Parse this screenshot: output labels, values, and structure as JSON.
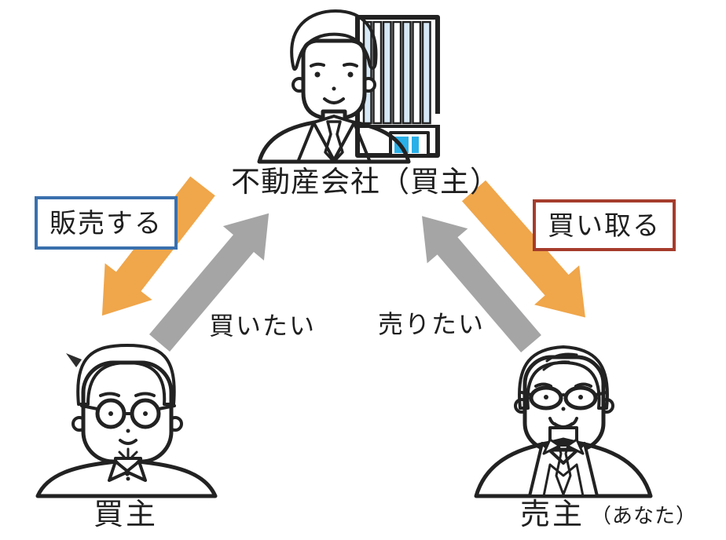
{
  "nodes": {
    "agent": {
      "label": "不動産会社（買主）"
    },
    "buyer": {
      "label": "買主"
    },
    "seller": {
      "label": "売主",
      "suffix": "（あなた）"
    }
  },
  "arrows": {
    "sell": {
      "label": "販売する",
      "from": "agent",
      "to": "buyer"
    },
    "buy": {
      "label": "買い取る",
      "from": "agent",
      "to": "seller"
    },
    "want_buy": {
      "label": "買いたい",
      "from": "buyer",
      "to": "agent"
    },
    "want_sell": {
      "label": "売りたい",
      "from": "seller",
      "to": "agent"
    }
  },
  "colors": {
    "arrow_orange": "#F0A64A",
    "arrow_gray": "#A5A5A5",
    "sell_box_blue": "#3A70AD",
    "buy_box_red": "#A63C2C",
    "text_black": "#1F1F1F",
    "tie_blue": "#56B5E2",
    "jacket_blue": "#7AC3E1",
    "suit_gray": "#C9CACB",
    "vest_gray": "#ECECEC",
    "hair_dark": "#2E2E2E",
    "hair_gray": "#B5B6B8",
    "building_stripe_blue": "#D7E9F6",
    "door_blue": "#29B0E8",
    "background": "#FFFFFF"
  }
}
